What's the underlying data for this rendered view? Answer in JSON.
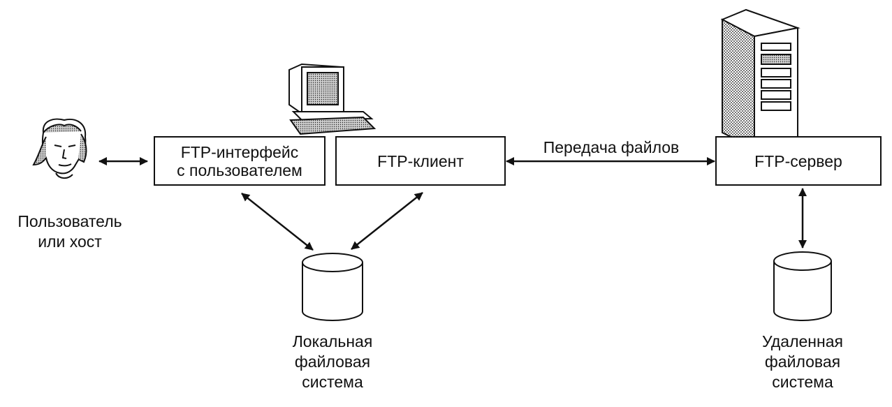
{
  "diagram": {
    "user": {
      "line1": "Пользователь",
      "line2": "или хост"
    },
    "ui_box": {
      "line1": "FTP-интерфейс",
      "line2": "с пользователем"
    },
    "client_box": {
      "label": "FTP-клиент"
    },
    "server_box": {
      "label": "FTP-сервер"
    },
    "transfer_label": "Передача файлов",
    "local_fs": {
      "line1": "Локальная",
      "line2": "файловая",
      "line3": "система"
    },
    "remote_fs": {
      "line1": "Удаленная",
      "line2": "файловая",
      "line3": "система"
    }
  },
  "icons": {
    "user": "person-head-icon",
    "computer": "desktop-computer-icon",
    "server": "server-tower-icon",
    "local_fs": "database-cylinder-icon",
    "remote_fs": "database-cylinder-icon"
  },
  "colors": {
    "ink": "#111111",
    "background": "#ffffff",
    "dither": "#8a8a8a"
  }
}
